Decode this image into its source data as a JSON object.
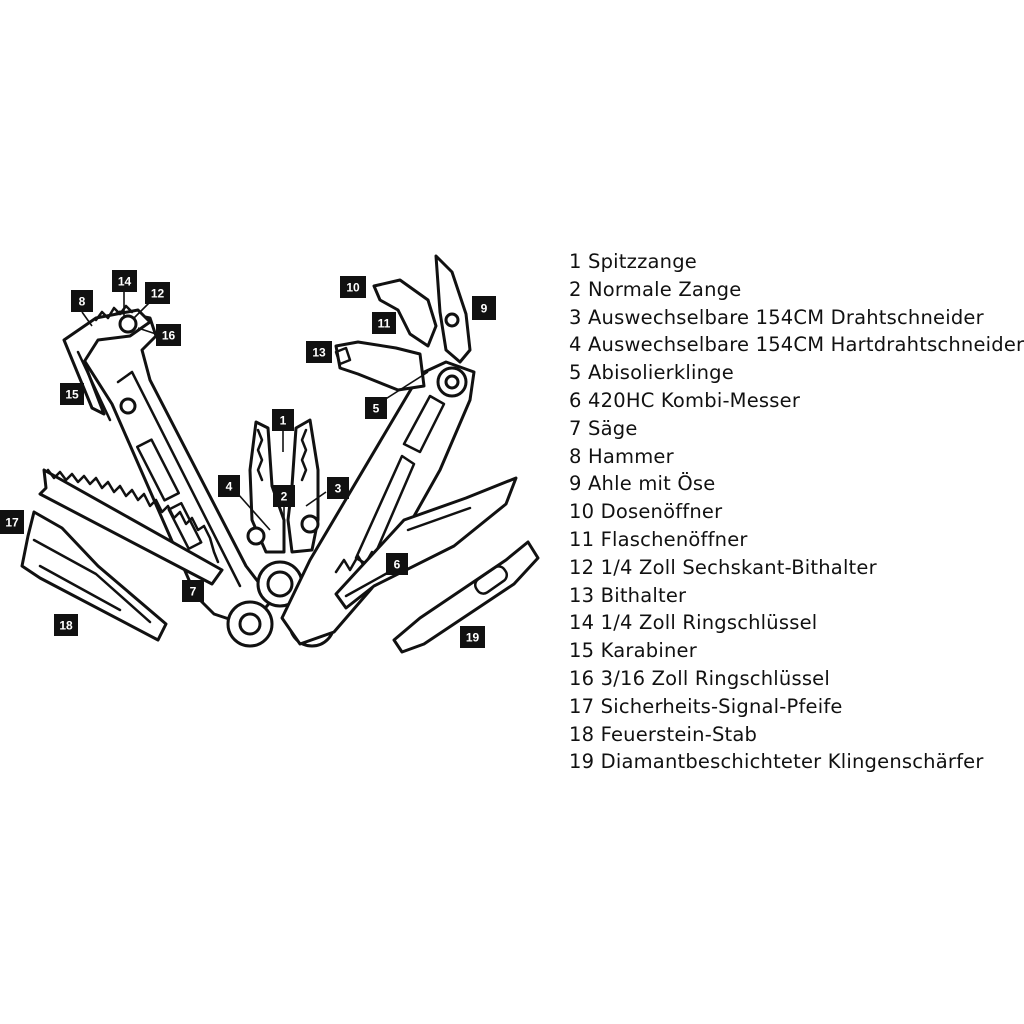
{
  "legend": [
    {
      "num": "1",
      "text": "Spitzzange"
    },
    {
      "num": "2",
      "text": "Normale Zange"
    },
    {
      "num": "3",
      "text": "Auswechselbare 154CM Drahtschneider"
    },
    {
      "num": "4",
      "text": "Auswechselbare 154CM Hartdrahtschneider"
    },
    {
      "num": "5",
      "text": "Abisolierklinge"
    },
    {
      "num": "6",
      "text": "420HC Kombi-Messer"
    },
    {
      "num": "7",
      "text": "Säge"
    },
    {
      "num": "8",
      "text": "Hammer"
    },
    {
      "num": "9",
      "text": "Ahle mit Öse"
    },
    {
      "num": "10",
      "text": "Dosenöffner"
    },
    {
      "num": "11",
      "text": "Flaschenöffner"
    },
    {
      "num": "12",
      "text": "1/4 Zoll Sechskant-Bithalter"
    },
    {
      "num": "13",
      "text": "Bithalter"
    },
    {
      "num": "14",
      "text": "1/4 Zoll Ringschlüssel"
    },
    {
      "num": "15",
      "text": "Karabiner"
    },
    {
      "num": "16",
      "text": "3/16 Zoll Ringschlüssel"
    },
    {
      "num": "17",
      "text": "Sicherheits-Signal-Pfeife"
    },
    {
      "num": "18",
      "text": "Feuerstein-Stab"
    },
    {
      "num": "19",
      "text": "Diamantbeschichteter Klingenschärfer"
    }
  ],
  "callouts": [
    "1",
    "2",
    "3",
    "4",
    "5",
    "6",
    "7",
    "8",
    "9",
    "10",
    "11",
    "12",
    "13",
    "14",
    "15",
    "16",
    "17",
    "18",
    "19"
  ],
  "colors": {
    "ink": "#111111",
    "background": "#ffffff"
  }
}
